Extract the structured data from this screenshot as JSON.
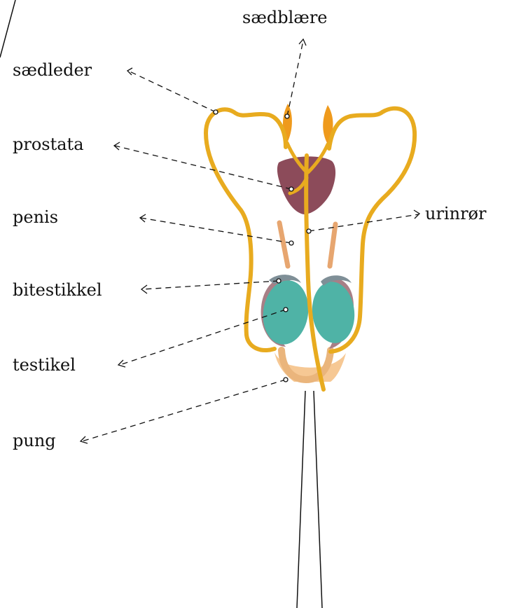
{
  "labels": {
    "seminal_vesicle": "sædblære",
    "vas_deferens": "sædleder",
    "prostate": "prostata",
    "penis": "penis",
    "urethra": "urinrør",
    "epididymis": "bitestikkel",
    "testicle": "testikel",
    "scrotum": "pung"
  },
  "colors": {
    "duct": "#e8ab1f",
    "prostate": "#8c4b5a",
    "vesicle": "#ef9a1c",
    "testicle": "#4fb3a6",
    "epididymis": "#a87f86",
    "scrotum": "#f6c894",
    "penis_tube": "#e7a670"
  }
}
